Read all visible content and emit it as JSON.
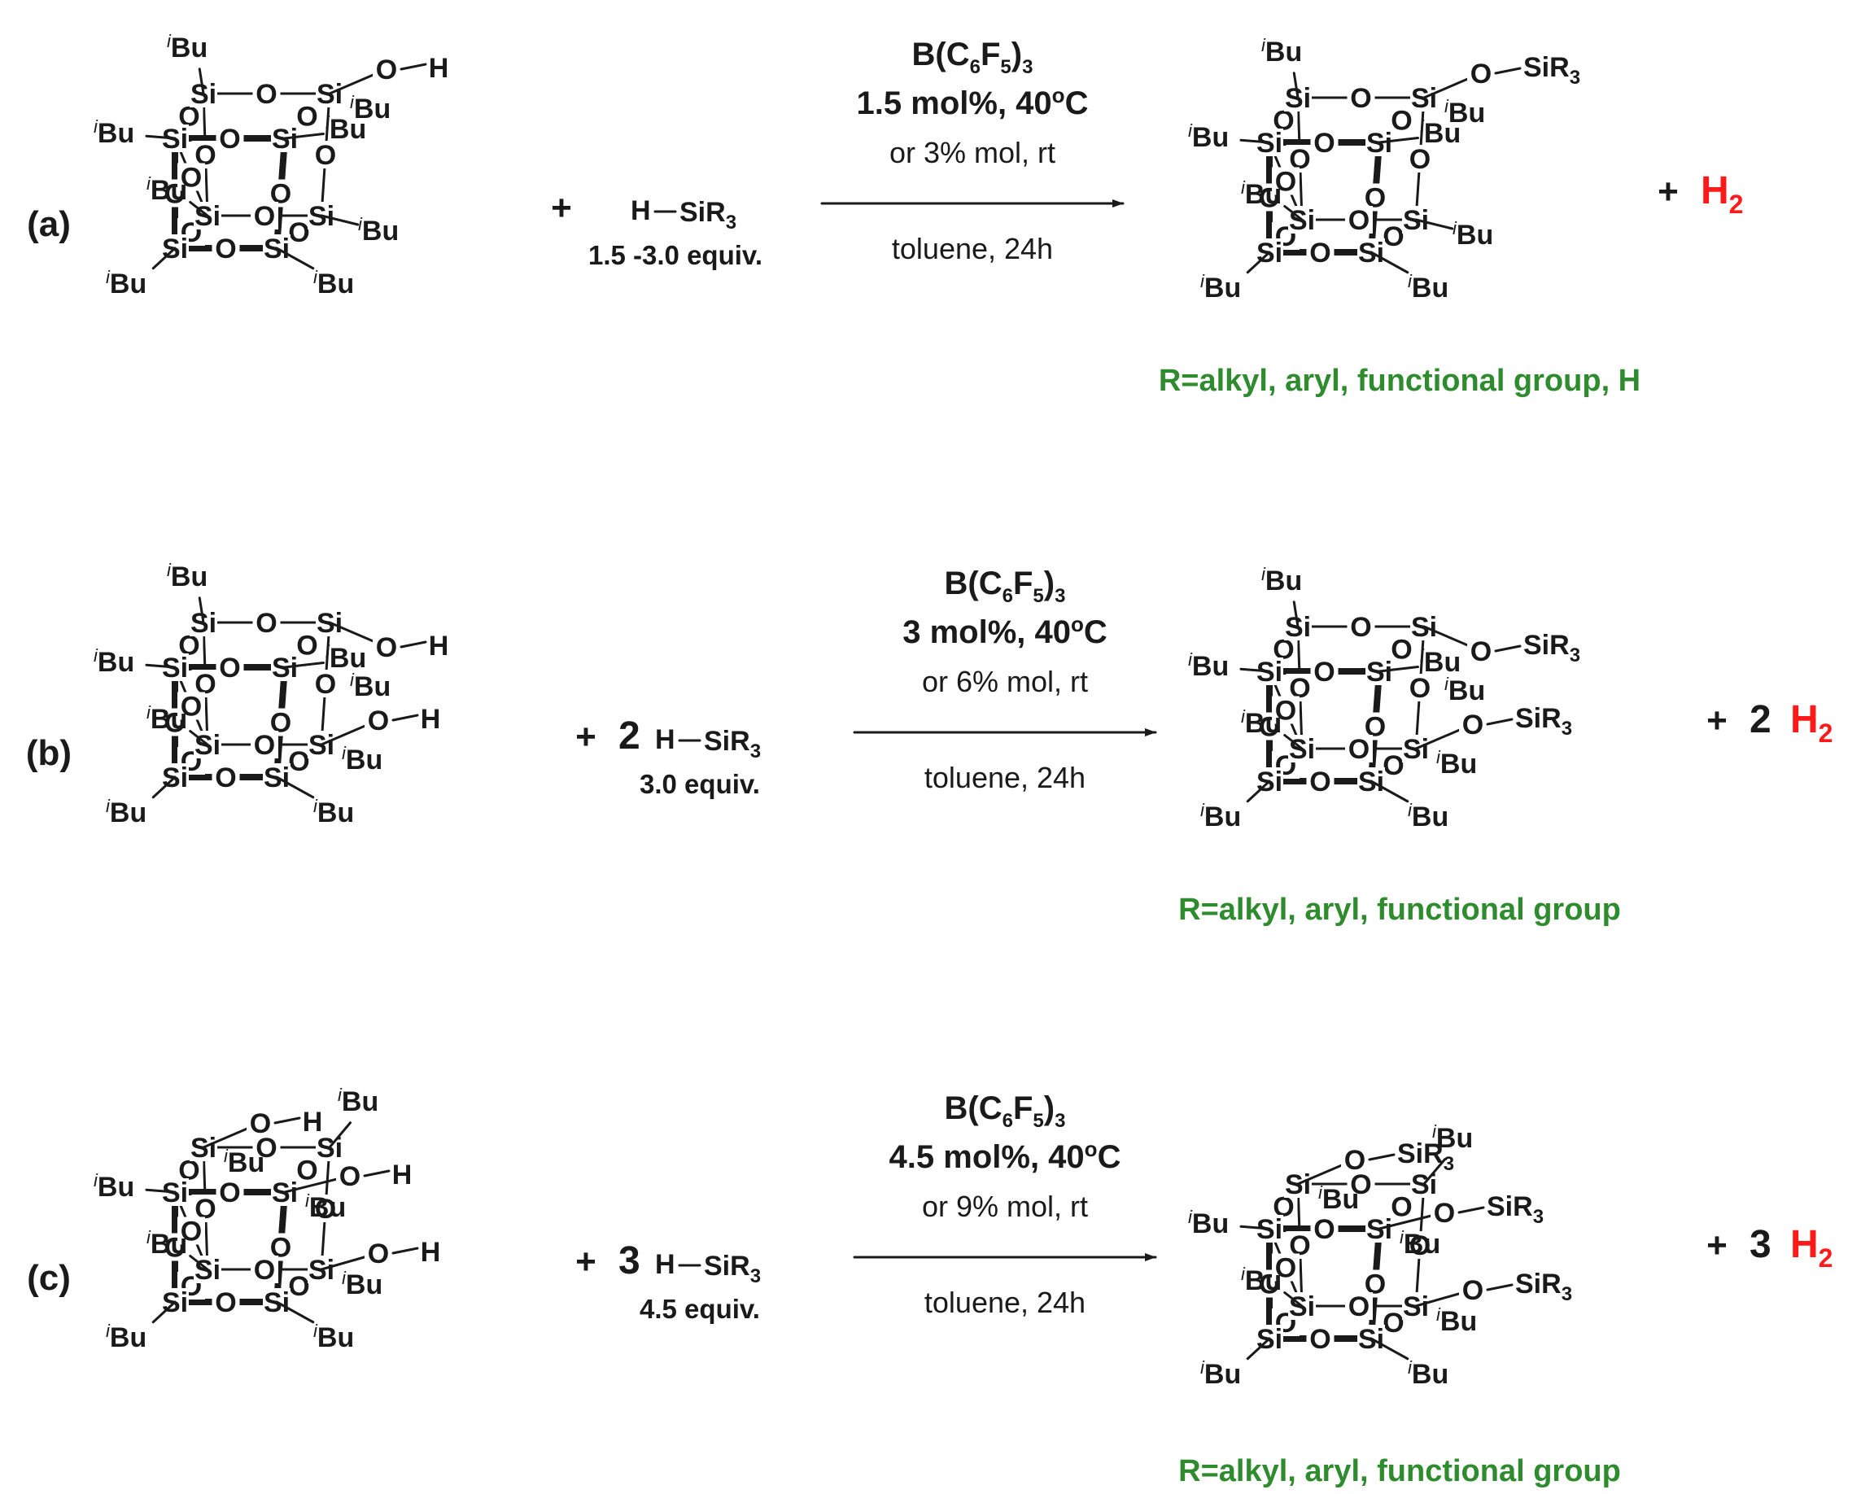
{
  "colors": {
    "oxygen_highlight": "#1a1aff",
    "hydrogen_highlight": "#ff1a1a",
    "silyl_group": "#2e8b2e",
    "text": "#1a1a1a"
  },
  "labels": {
    "si": "Si",
    "o": "O",
    "bu": "Bu",
    "bu_prefix": "i",
    "oh_o": "O",
    "oh_h": "H",
    "silyl": "SiR",
    "silyl_sub": "3",
    "h_atom": "H",
    "h2_base": "H",
    "h2_sub": "2",
    "plus": "+",
    "catalyst_base": "B(C",
    "catalyst_sub1": "6",
    "catalyst_mid": "F",
    "catalyst_sub2": "5",
    "catalyst_close": ")",
    "catalyst_sub3": "3",
    "solvent_time": "toluene, 24h"
  },
  "panels": [
    {
      "tag": "(a)",
      "reagent_coefficient": "",
      "reagent_equiv": "1.5 -3.0 equiv.",
      "catalyst_loading": "1.5 mol%, 40",
      "temp_unit": "o",
      "temp_c": "C",
      "alt_conditions": "or 3% mol, rt",
      "h2_coefficient": "",
      "r_note": "R=alkyl, aryl, functional group, H"
    },
    {
      "tag": "(b)",
      "reagent_coefficient": "2",
      "reagent_equiv": "3.0 equiv.",
      "catalyst_loading": "3 mol%, 40",
      "temp_unit": "o",
      "temp_c": "C",
      "alt_conditions": "or 6% mol, rt",
      "h2_coefficient": "2",
      "r_note": "R=alkyl, aryl, functional group"
    },
    {
      "tag": "(c)",
      "reagent_coefficient": "3",
      "reagent_equiv": "4.5 equiv.",
      "catalyst_loading": "4.5 mol%, 40",
      "temp_unit": "o",
      "temp_c": "C",
      "alt_conditions": "or 9% mol, rt",
      "h2_coefficient": "3",
      "r_note": "R=alkyl, aryl, functional group"
    }
  ]
}
